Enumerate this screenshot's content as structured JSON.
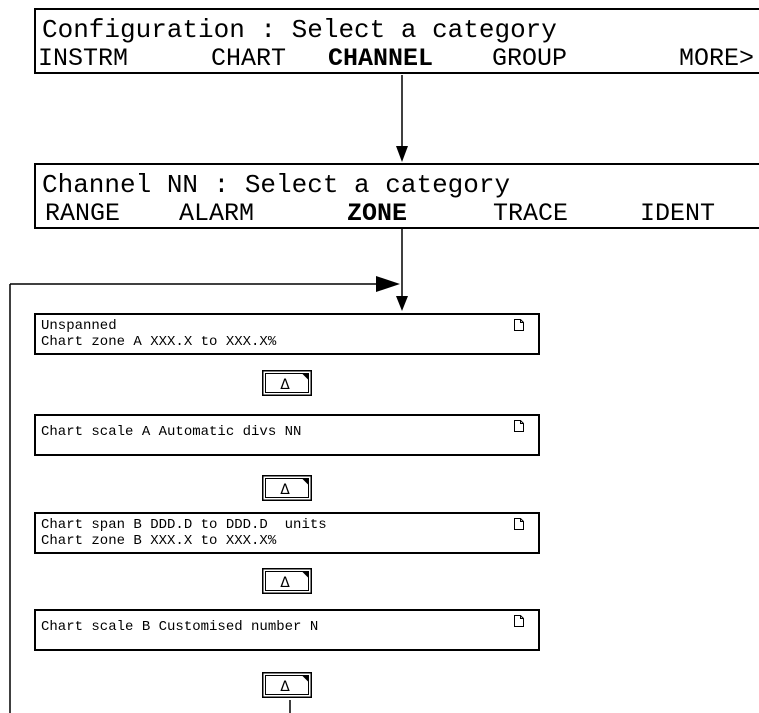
{
  "menus": [
    {
      "title": "Configuration : Select a category",
      "items": [
        {
          "label": "INSTRM",
          "active": false
        },
        {
          "label": "CHART",
          "active": false
        },
        {
          "label": "CHANNEL",
          "active": true
        },
        {
          "label": "GROUP",
          "active": false
        },
        {
          "label": "MORE>",
          "active": false
        }
      ]
    },
    {
      "title": "Channel NN : Select a category",
      "items": [
        {
          "label": "RANGE",
          "active": false
        },
        {
          "label": "ALARM",
          "active": false
        },
        {
          "label": "ZONE",
          "active": true
        },
        {
          "label": "TRACE",
          "active": false
        },
        {
          "label": "IDENT",
          "active": false
        }
      ]
    }
  ],
  "params": [
    {
      "line1": "Unspanned",
      "line2": "Chart zone A XXX.X to XXX.X%",
      "icon": "page-icon"
    },
    {
      "line1": "Chart scale A Automatic divs NN",
      "line2": "",
      "icon": "page-icon"
    },
    {
      "line1": "Chart span B DDD.D to DDD.D  units",
      "line2": "Chart zone B XXX.X to XXX.X%",
      "icon": "page-icon"
    },
    {
      "line1": "Chart scale B Customised number N",
      "line2": "",
      "icon": "page-icon"
    }
  ],
  "keys": [
    {
      "glyph": "Δ",
      "icon": "scroll-key-icon"
    },
    {
      "glyph": "Δ",
      "icon": "scroll-key-icon"
    },
    {
      "glyph": "Δ",
      "icon": "scroll-key-icon"
    },
    {
      "glyph": "Δ",
      "icon": "scroll-key-icon"
    }
  ]
}
